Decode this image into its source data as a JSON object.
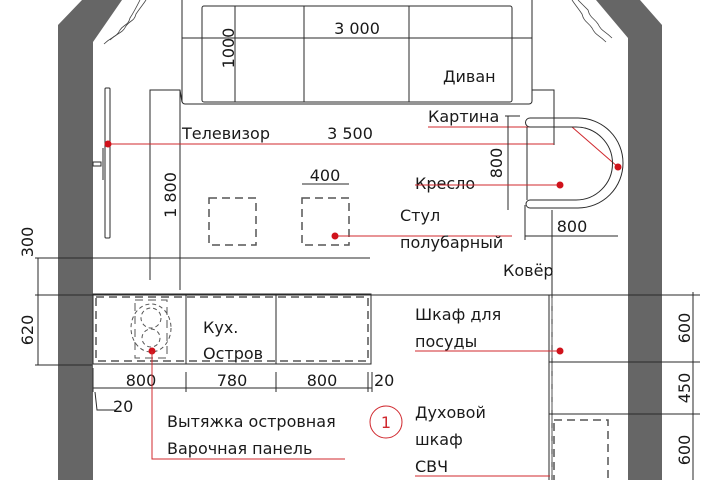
{
  "colors": {
    "wall": "#666666",
    "leader": "#d0282e",
    "marker": "#d0121b",
    "line": "#2a2a2a"
  },
  "labels": {
    "sofa": "Диван",
    "picture": "Картина",
    "tv": "Телевизор",
    "armchair": "Кресло",
    "stool_line1": "Стул",
    "stool_line2": "полубарный",
    "rug": "Ковёр",
    "island_line1": "Кух.",
    "island_line2": "Остров",
    "dish_cabinet_line1": "Шкаф для",
    "dish_cabinet_line2": "посуды",
    "hood": "Вытяжка островная",
    "cooktop": "Варочная панель",
    "oven_line1": "Духовой",
    "oven_line2": "шкаф",
    "oven_line3": "СВЧ",
    "callout_number": "1"
  },
  "dimensions": {
    "sofa_width": "3 000",
    "sofa_depth": "1000",
    "tv_to_sofa": "3 500",
    "tv_to_island": "1 800",
    "stool_width": "400",
    "armchair_depth": "800",
    "armchair_width": "800",
    "gap_300": "300",
    "island_depth": "620",
    "island_seg1": "800",
    "island_seg2": "780",
    "island_seg3": "800",
    "island_offset_right": "20",
    "island_offset_left": "20",
    "cabinet_1": "600",
    "cabinet_2": "450",
    "cabinet_3": "600"
  }
}
